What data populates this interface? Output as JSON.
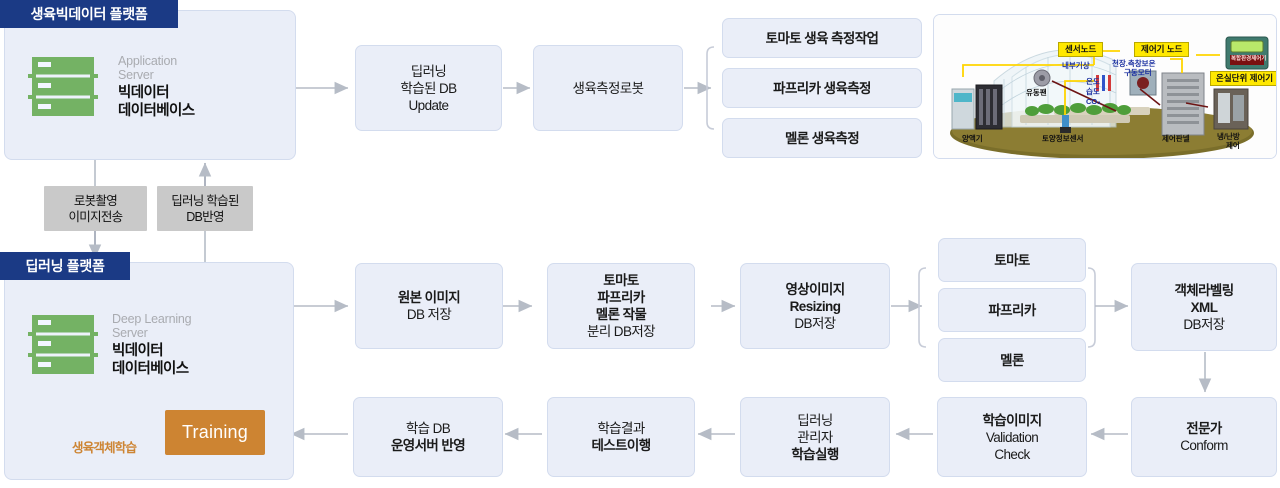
{
  "diagram": {
    "title_alt": "Smart farm deep-learning data pipeline",
    "colors": {
      "panel_fill": "#eaeef8",
      "panel_border": "#d3dcee",
      "title_bar": "#1b3a85",
      "node_fill": "#eaeef8",
      "node_border": "#d3dcee",
      "chip_fill": "#c9c9c9",
      "training_fill": "#cd8432",
      "accent_orange": "#cd8432",
      "server_green": "#74b264",
      "arrow_grey": "#b6bcc6",
      "dark_arrow": "#44566b",
      "tag_yellow": "#ffe800"
    }
  },
  "platforms": {
    "growth_bigdata": {
      "title": "생육빅데이터 플랫폼",
      "server": {
        "icon": "server-rack-icon",
        "sub_line1": "Application",
        "sub_line2": "Server",
        "main_line1": "빅데이터",
        "main_line2": "데이터베이스"
      }
    },
    "deep_learning": {
      "title": "딥러닝 플랫폼",
      "server": {
        "icon": "server-rack-icon",
        "sub_line1": "Deep Learning",
        "sub_line2": "Server",
        "main_line1": "빅데이터",
        "main_line2": "데이터베이스"
      },
      "training_label": "Training",
      "loop_caption": "생육객체학습"
    }
  },
  "chips": {
    "robot_transfer": {
      "line1": "로봇촬영",
      "line2": "이미지전송"
    },
    "db_reflect": {
      "line1": "딥러닝 학습된",
      "line2": "DB반영"
    }
  },
  "flow_top": [
    {
      "id": "deep-db-update",
      "lines": [
        {
          "t": "딥러닝",
          "bold": false
        },
        {
          "t": "학습된 DB",
          "bold": false
        },
        {
          "t": "Update",
          "bold": false
        }
      ]
    },
    {
      "id": "growth-robot",
      "lines": [
        {
          "t": "생육측정로봇",
          "bold": false
        }
      ]
    }
  ],
  "crops_top": [
    {
      "id": "tomato-measure",
      "lines": [
        {
          "t": "토마토 생육 측정작업",
          "bold": true
        }
      ]
    },
    {
      "id": "paprika-measure",
      "lines": [
        {
          "t": "파프리카 생육측정",
          "bold": true
        }
      ]
    },
    {
      "id": "melon-measure",
      "lines": [
        {
          "t": "멜론 생육측정",
          "bold": true
        }
      ]
    }
  ],
  "flow_middle": [
    {
      "id": "raw-image-db",
      "lines": [
        {
          "t": "원본 이미지",
          "bold": true
        },
        {
          "t": "DB 저장",
          "bold": false
        }
      ]
    },
    {
      "id": "crop-split-db",
      "lines": [
        {
          "t": "토마토",
          "bold": true
        },
        {
          "t": "파프리카",
          "bold": true
        },
        {
          "t": "멜론 작물",
          "bold": true
        },
        {
          "t": "분리 DB저장",
          "bold": false
        }
      ]
    },
    {
      "id": "image-resizing",
      "lines": [
        {
          "t": "영상이미지",
          "bold": true
        },
        {
          "t": "Resizing",
          "bold": true
        },
        {
          "t": "DB저장",
          "bold": false
        }
      ]
    }
  ],
  "crops_middle": [
    {
      "id": "tomato",
      "lines": [
        {
          "t": "토마토",
          "bold": true
        }
      ]
    },
    {
      "id": "paprika",
      "lines": [
        {
          "t": "파프리카",
          "bold": true
        }
      ]
    },
    {
      "id": "melon",
      "lines": [
        {
          "t": "멜론",
          "bold": true
        }
      ]
    }
  ],
  "flow_middle_end": {
    "id": "object-labeling-xml",
    "lines": [
      {
        "t": "객체라벨링",
        "bold": true
      },
      {
        "t": "XML",
        "bold": true
      },
      {
        "t": "DB저장",
        "bold": false
      }
    ]
  },
  "flow_bottom": [
    {
      "id": "learn-db-deploy",
      "lines": [
        {
          "t": "학습 DB",
          "bold": false
        },
        {
          "t": "운영서버 반영",
          "bold": true
        }
      ]
    },
    {
      "id": "learn-result-test",
      "lines": [
        {
          "t": "학습결과",
          "bold": false
        },
        {
          "t": "테스트이행",
          "bold": true
        }
      ]
    },
    {
      "id": "deep-manager-run",
      "lines": [
        {
          "t": "딥러닝",
          "bold": false
        },
        {
          "t": "관리자",
          "bold": false
        },
        {
          "t": "학습실행",
          "bold": true
        }
      ]
    },
    {
      "id": "validation-check",
      "lines": [
        {
          "t": "학습이미지",
          "bold": true
        },
        {
          "t": "Validation",
          "bold": false
        },
        {
          "t": "Check",
          "bold": false
        }
      ]
    },
    {
      "id": "expert-conform",
      "lines": [
        {
          "t": "전문가",
          "bold": true
        },
        {
          "t": "Conform",
          "bold": false
        }
      ]
    }
  ],
  "greenhouse_photo": {
    "alt": "smart greenhouse sensor and controller diagram",
    "tags": [
      {
        "id": "sensor-node-tag",
        "text": "센서노드"
      },
      {
        "id": "controller-node-tag",
        "text": "제어기 노드"
      },
      {
        "id": "greenhouse-unit-controller-tag",
        "text": "온실단위 제어기"
      }
    ],
    "labels": [
      {
        "id": "internal-weather-label",
        "text": "내부기상",
        "color": "#1a2fa0"
      },
      {
        "id": "ceiling-side-insulation-label",
        "text": "천장.측창보온",
        "color": "#1a2fa0"
      },
      {
        "id": "drive-motor-label",
        "text": "구동모터",
        "color": "#1a2fa0"
      },
      {
        "id": "temperature-label",
        "text": "온도",
        "color": "#1a2fa0"
      },
      {
        "id": "humidity-label",
        "text": "습도",
        "color": "#1a2fa0"
      },
      {
        "id": "co2-label",
        "text": "CO₂",
        "color": "#1a2fa0"
      },
      {
        "id": "circulation-fan-label",
        "text": "유동팬",
        "color": "#111111"
      },
      {
        "id": "nutrient-supply-label",
        "text": "양액기",
        "color": "#111111"
      },
      {
        "id": "soil-sensor-label",
        "text": "토양정보센서",
        "color": "#111111"
      },
      {
        "id": "control-panel-label",
        "text": "제어판넬",
        "color": "#111111"
      },
      {
        "id": "hvac-label-1",
        "text": "냉/난방",
        "color": "#111111"
      },
      {
        "id": "hvac-label-2",
        "text": "제어",
        "color": "#111111"
      },
      {
        "id": "device-face-label",
        "text": "복합환경제어기",
        "color": "#7a1010"
      }
    ]
  }
}
